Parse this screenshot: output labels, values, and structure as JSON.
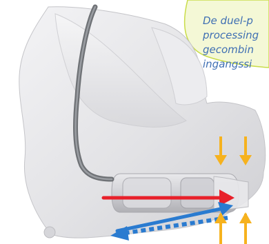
{
  "callout": {
    "lines": [
      "De duel-p",
      "processing",
      "gecombin",
      "ingangssi"
    ]
  },
  "colors": {
    "callout_fill": "#f4f8d6",
    "callout_border": "#c9dc4a",
    "callout_text": "#3f6fb3",
    "input_arrow": "#f6b21e",
    "red_arrow": "#e8202a",
    "blue_arrow": "#2a7bd0",
    "hearing_aid_body": "#e6e6e8",
    "tube": "#6f7276"
  },
  "icons": {
    "top_arrows": "arrow-down-icon",
    "bottom_arrows": "arrow-up-icon",
    "signal_arrow": "arrow-right-icon",
    "return_arrow": "arrow-left-icon"
  }
}
